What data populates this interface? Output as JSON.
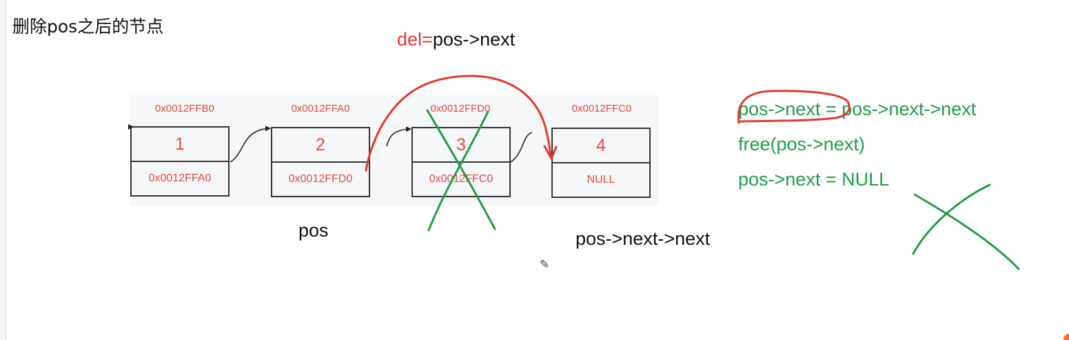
{
  "title": "删除pos之后的节点",
  "del_label": {
    "red": "del",
    "equals": "=",
    "black": "pos->next"
  },
  "nodes": [
    {
      "address": "0x0012FFB0",
      "value": "1",
      "next": "0x0012FFA0"
    },
    {
      "address": "0x0012FFA0",
      "value": "2",
      "next": "0x0012FFD0"
    },
    {
      "address": "0x0012FFD0",
      "value": "3",
      "next": "0x0012FFC0"
    },
    {
      "address": "0x0012FFC0",
      "value": "4",
      "next": "NULL"
    }
  ],
  "labels": {
    "pos": "pos",
    "pos_next_next": "pos->next->next"
  },
  "code_lines": [
    "pos->next = pos->next->next",
    "free(pos->next)",
    "pos->next = NULL"
  ],
  "colors": {
    "node_text": "#e8493a",
    "annotation_red": "#e03a2c",
    "annotation_green": "#1f9e44",
    "panel": "#f6f7f9"
  },
  "icons": {
    "cursor": "pencil-icon"
  }
}
